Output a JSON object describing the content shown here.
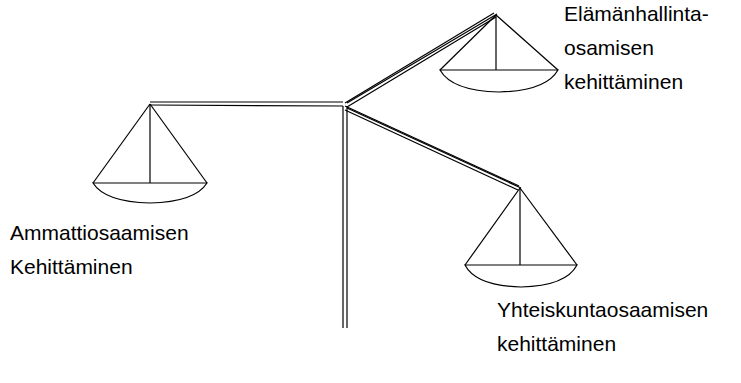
{
  "diagram": {
    "labels": [
      "Ammattiosaamisen Kehittäminen",
      "Elämänhallinta- osamisen kehittäminen",
      "Yhteiskuntaosaamisen kehittäminen"
    ]
  }
}
